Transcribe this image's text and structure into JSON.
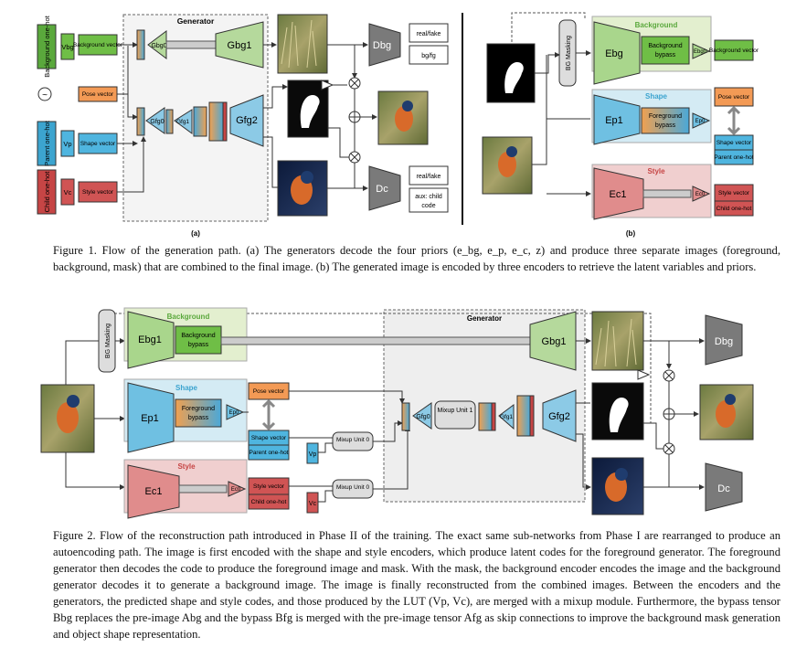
{
  "fig1": {
    "label_a": "(a)",
    "label_b": "(b)",
    "generator_title": "Generator",
    "priors": {
      "background_onehot": "Background one-hot",
      "parent_onehot": "Parent one-hot",
      "child_onehot": "Child one-hot",
      "v_bg": "Vbg",
      "v_p": "Vp",
      "v_c": "Vc",
      "background_vector": "Background vector",
      "pose_vector": "Pose vector",
      "shape_vector": "Shape vector",
      "style_vector": "Style vector",
      "noise_symbol": "~"
    },
    "blocks": {
      "g_bg0": "Gbg0",
      "g_fg0": "Gfg0",
      "g_fg1": "Gfg1",
      "g_bg1": "Gbg1",
      "g_fg2": "Gfg2",
      "d_bg": "Dbg",
      "d_c": "Dc"
    },
    "disc_outputs": {
      "bg_1": "real/fake",
      "bg_2": "bg/fg",
      "c_1": "real/fake",
      "c_2a": "aux: child",
      "c_2b": "code"
    },
    "encoders": {
      "bg_masking": "BG Masking",
      "background": "Background",
      "shape": "Shape",
      "style": "Style",
      "e_bg": "Ebg",
      "e_p1": "Ep1",
      "e_c1": "Ec1",
      "e_bg0": "Ebg0",
      "e_p0": "Ep0",
      "e_c0": "Ec0",
      "bg_bypass": "Background bypass",
      "fg_bypass": "Foreground bypass",
      "out_background_vector": "Background vector",
      "out_pose_vector": "Pose vector",
      "out_shape_vector": "Shape vector",
      "out_parent_onehot": "Parent one-hot",
      "out_style_vector": "Style vector",
      "out_child_onehot": "Child one-hot"
    }
  },
  "caption1": {
    "label": "Figure 1.",
    "text": "Flow of the generation path. (a) The generators decode the four priors (e_bg, e_p, e_c, z) and produce three separate images (foreground, background, mask) that are combined to the final image. (b) The generated image is encoded by three encoders to retrieve the latent variables and priors."
  },
  "fig2": {
    "bg_masking": "BG Masking",
    "background": "Background",
    "shape": "Shape",
    "style": "Style",
    "generator_title": "Generator",
    "e_bg1": "Ebg1",
    "e_p1": "Ep1",
    "e_c1": "Ec1",
    "e_p0": "Ep0",
    "e_c0": "Ec0",
    "bg_bypass": "Background bypass",
    "fg_bypass": "Foreground bypass",
    "pose_vector": "Pose vector",
    "shape_vector": "Shape vector",
    "parent_onehot": "Parent one-hot",
    "style_vector": "Style vector",
    "child_onehot": "Child one-hot",
    "v_p": "Vp",
    "v_c": "Vc",
    "mixup_unit_0a": "Mixup Unit 0",
    "mixup_unit_0b": "Mixup Unit 0",
    "mixup_unit_1": "Mixup Unit 1",
    "g_fg0": "Gfg0",
    "g_fg1": "Gfg1",
    "g_bg1": "Gbg1",
    "g_fg2": "Gfg2",
    "d_bg": "Dbg",
    "d_c": "Dc"
  },
  "caption2": {
    "label": "Figure 2.",
    "text": "Flow of the reconstruction path introduced in Phase II of the training. The exact same sub-networks from Phase I are rearranged to produce an autoencoding path. The image is first encoded with the shape and style encoders, which produce latent codes for the foreground generator. The foreground generator then decodes the code to produce the foreground image and mask. With the mask, the background encoder encodes the image and the background generator decodes it to generate a background image. The image is finally reconstructed from the combined images. Between the encoders and the generators, the predicted shape and style codes, and those produced by the LUT (Vp, Vc), are merged with a mixup module. Furthermore, the bypass tensor Bbg replaces the pre-image Abg and the bypass Bfg is merged with the pre-image tensor Afg as skip connections to improve the background mask generation and object shape representation."
  }
}
